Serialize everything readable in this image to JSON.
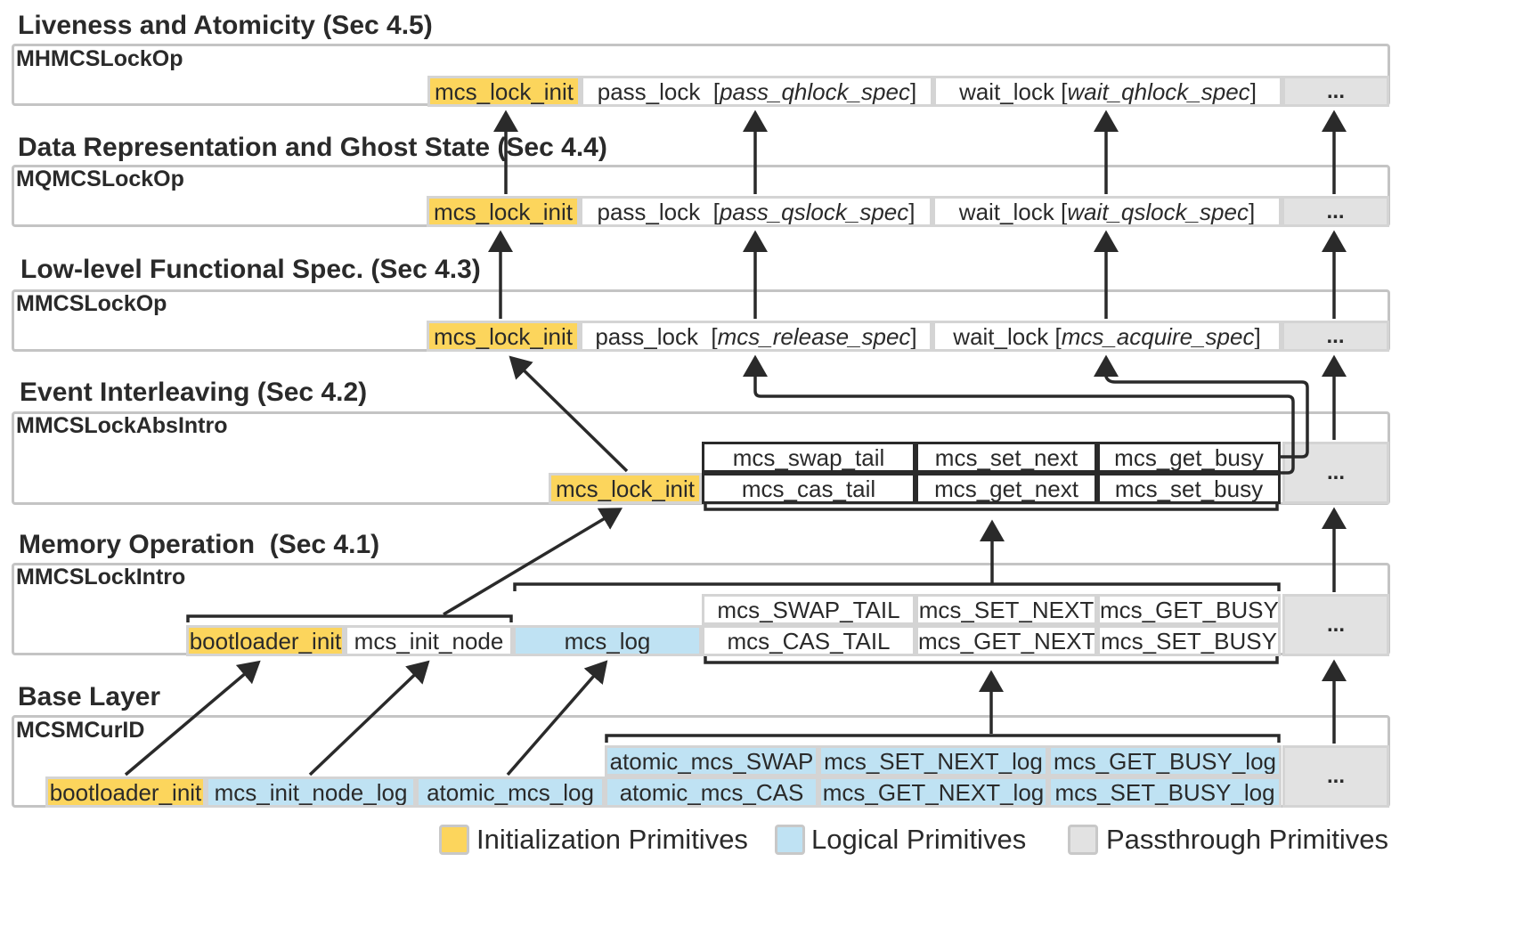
{
  "colors": {
    "init": "#fcd55c",
    "logical": "#bfe2f3",
    "passthrough": "#e2e2e2",
    "line": "#2a2a2a"
  },
  "layers": {
    "l45": {
      "title": "Liveness and Atomicity (Sec 4.5)",
      "module": "MHMCSLockOp",
      "init": "mcs_lock_init",
      "pass_name": "pass_lock  [",
      "pass_spec": "pass_qhlock_spec",
      "wait_name": "wait_lock [",
      "wait_spec": "wait_qhlock_spec",
      "close": "]",
      "more": "..."
    },
    "l44": {
      "title": "Data Representation and Ghost State (Sec 4.4)",
      "module": "MQMCSLockOp",
      "init": "mcs_lock_init",
      "pass_name": "pass_lock  [",
      "pass_spec": "pass_qslock_spec",
      "wait_name": "wait_lock [",
      "wait_spec": "wait_qslock_spec",
      "close": "]",
      "more": "..."
    },
    "l43": {
      "title": "Low-level Functional Spec. (Sec 4.3)",
      "module": "MMCSLockOp",
      "init": "mcs_lock_init",
      "pass_name": "pass_lock  [",
      "pass_spec": "mcs_release_spec",
      "wait_name": "wait_lock [",
      "wait_spec": "mcs_acquire_spec",
      "close": "]",
      "more": "..."
    },
    "l42": {
      "title": "Event Interleaving (Sec 4.2)",
      "module": "MMCSLockAbsIntro",
      "init": "mcs_lock_init",
      "swap_tail": "mcs_swap_tail",
      "set_next": "mcs_set_next",
      "get_busy": "mcs_get_busy",
      "cas_tail": "mcs_cas_tail",
      "get_next": "mcs_get_next",
      "set_busy": "mcs_set_busy",
      "more": "..."
    },
    "l41": {
      "title": "Memory Operation  (Sec 4.1)",
      "module": "MMCSLockIntro",
      "bootloader": "bootloader_init",
      "init_node": "mcs_init_node",
      "log": "mcs_log",
      "swap_tail": "mcs_SWAP_TAIL",
      "set_next": "mcs_SET_NEXT",
      "get_busy": "mcs_GET_BUSY",
      "cas_tail": "mcs_CAS_TAIL",
      "get_next": "mcs_GET_NEXT",
      "set_busy": "mcs_SET_BUSY",
      "more": "..."
    },
    "base": {
      "title": "Base Layer",
      "module": "MCSMCurID",
      "bootloader": "bootloader_init",
      "init_node_log": "mcs_init_node_log",
      "atomic_log": "atomic_mcs_log",
      "swap": "atomic_mcs_SWAP",
      "set_next_log": "mcs_SET_NEXT_log",
      "get_busy_log": "mcs_GET_BUSY_log",
      "cas": "atomic_mcs_CAS",
      "get_next_log": "mcs_GET_NEXT_log",
      "set_busy_log": "mcs_SET_BUSY_log",
      "more": "..."
    }
  },
  "legend": {
    "init": "Initialization Primitives",
    "logical": "Logical Primitives",
    "passthrough": "Passthrough Primitives"
  }
}
